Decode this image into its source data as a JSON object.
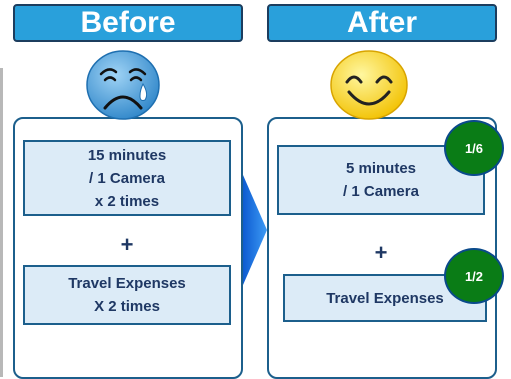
{
  "before": {
    "title": "Before",
    "face": "sad-crying-face-icon",
    "box1_lines": [
      "15 minutes",
      "/ 1 Camera",
      "x  2 times"
    ],
    "plus": "+",
    "box2_lines": [
      "Travel Expenses",
      "X  2 times"
    ]
  },
  "after": {
    "title": "After",
    "face": "happy-smiling-face-icon",
    "box1_lines": [
      "5 minutes",
      "/ 1 Camera"
    ],
    "badge1": "1/6",
    "plus": "+",
    "box2_lines": [
      "Travel Expenses"
    ],
    "badge2": "1/2"
  },
  "colors": {
    "tab": "#29a0db",
    "box_fill": "#dcebf7",
    "border": "#1c5f8c",
    "badge": "#0a7c16",
    "arrow": "#1e73e8"
  }
}
